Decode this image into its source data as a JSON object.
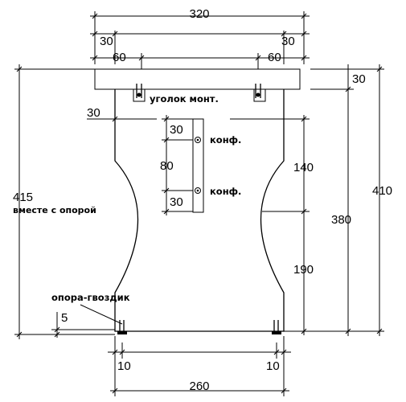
{
  "dimensions": {
    "top_width": "320",
    "top_inset_left": "30",
    "top_inset_right": "30",
    "bracket_pos_left": "60",
    "bracket_pos_right": "60",
    "shelf_thickness": "30",
    "side_inset": "30",
    "confirmat_top_offset": "30",
    "confirmat_spacing": "80",
    "confirmat_bottom_offset": "30",
    "upper_section": "140",
    "lower_section": "190",
    "height_inner": "380",
    "height_total": "410",
    "height_with_support": "415",
    "support_height": "5",
    "leg_left": "10",
    "leg_right": "10",
    "bottom_width": "260"
  },
  "labels": {
    "mount_bracket": "уголок монт.",
    "confirmat_1": "конф.",
    "confirmat_2": "конф.",
    "with_support": "вместе с опорой",
    "support_nail": "опора-гвоздик"
  }
}
